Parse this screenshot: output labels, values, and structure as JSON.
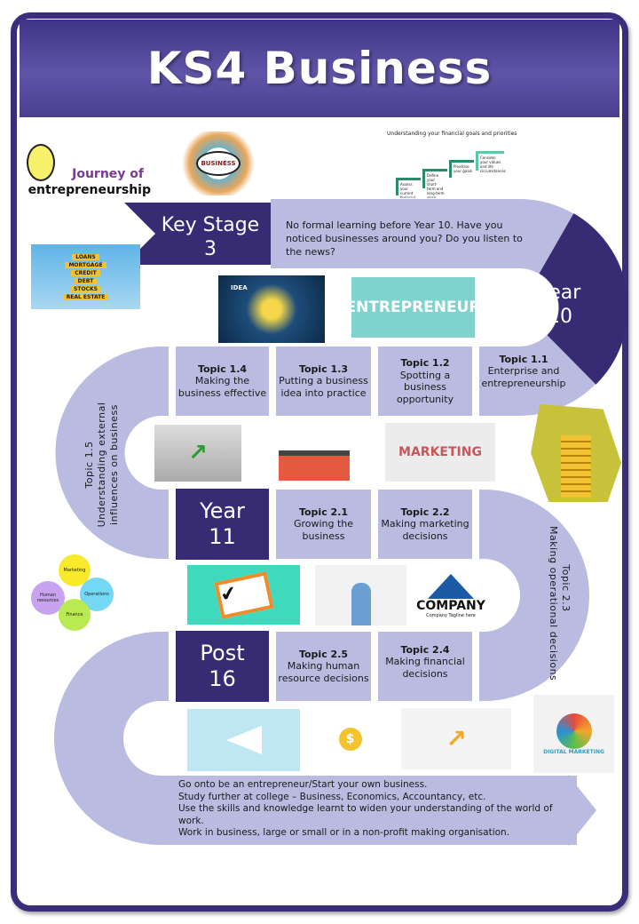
{
  "header": {
    "title": "KS4 Business"
  },
  "logo": {
    "line1": "Journey of",
    "line2": "entrepreneurship"
  },
  "images": {
    "business_collage": "BUSINESS",
    "financial_title": "Understanding your financial goals and priorities",
    "financial_steps": [
      "Assess your current financial situation",
      "Define your short-term and long-term goals",
      "Prioritise your goals",
      "Consider your values and life circumstances"
    ],
    "signs": [
      "LOANS",
      "MORTGAGE",
      "CREDIT",
      "DEBT",
      "STOCKS",
      "REAL ESTATE"
    ],
    "idea": "IDEA",
    "entrepreneur": "ENTREPRENEUR",
    "marketing": "MARKETING",
    "venn": [
      "Marketing",
      "Human resources",
      "Operations",
      "Finance"
    ],
    "company": "COMPANY",
    "company_tagline": "Company Tagline here",
    "digital": "DIGITAL MARKETING"
  },
  "key_stage": {
    "label": "Key Stage",
    "num": "3",
    "text": "No formal learning before Year 10. Have you noticed businesses around you? Do you listen to the news?"
  },
  "year10": {
    "label": "Year",
    "num": "10"
  },
  "year11": {
    "label": "Year",
    "num": "11"
  },
  "post16": {
    "label": "Post",
    "num": "16"
  },
  "topics": {
    "t11": {
      "title": "Topic 1.1",
      "text": "Enterprise and entrepreneurship"
    },
    "t12": {
      "title": "Topic 1.2",
      "text": "Spotting a business opportunity"
    },
    "t13": {
      "title": "Topic 1.3",
      "text": "Putting a business idea into practice"
    },
    "t14": {
      "title": "Topic 1.4",
      "text": "Making the business effective"
    },
    "t15": {
      "title": "Topic 1.5",
      "text": "Understanding external influences on business"
    },
    "t21": {
      "title": "Topic 2.1",
      "text": "Growing the business"
    },
    "t22": {
      "title": "Topic 2.2",
      "text": "Making marketing decisions"
    },
    "t23": {
      "title": "Topic 2.3",
      "text": "Making operational decisions"
    },
    "t24": {
      "title": "Topic 2.4",
      "text": "Making financial decisions"
    },
    "t25": {
      "title": "Topic 2.5",
      "text": "Making human resource decisions"
    }
  },
  "future": [
    "Go onto be an entrepreneur/Start  your own business.",
    "Study further at college – Business, Economics, Accountancy, etc.",
    "Use the skills and knowledge learnt to widen your understanding of the world of work.",
    "Work in business, large or small or in a non-profit making organisation."
  ]
}
